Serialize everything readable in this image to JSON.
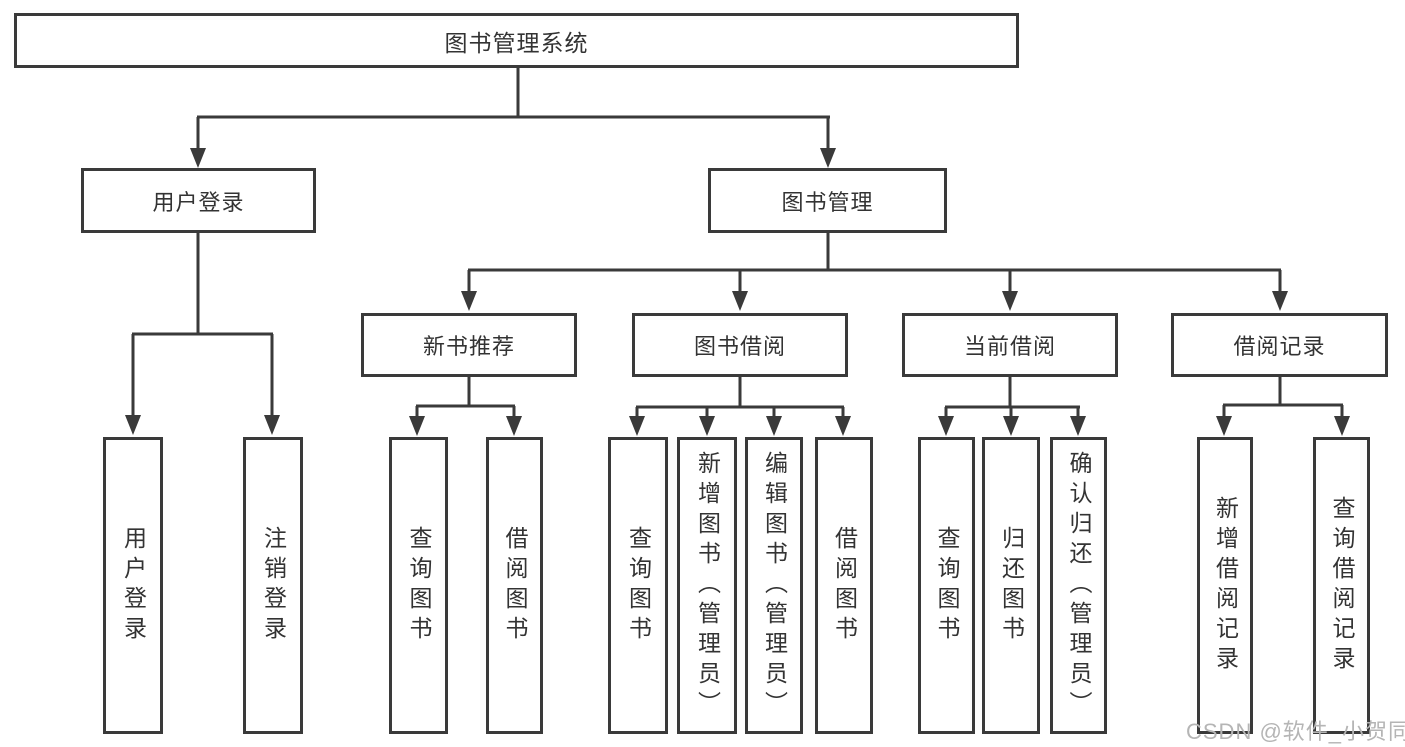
{
  "diagram": {
    "title_note": "functional structure tree of a library management system",
    "root": {
      "label": "图书管理系统"
    },
    "level2": [
      {
        "label": "用户登录"
      },
      {
        "label": "图书管理"
      }
    ],
    "level3": [
      {
        "label": "新书推荐"
      },
      {
        "label": "图书借阅"
      },
      {
        "label": "当前借阅"
      },
      {
        "label": "借阅记录"
      }
    ],
    "leaves": [
      {
        "label": "用户登录"
      },
      {
        "label": "注销登录"
      },
      {
        "label": "查询图书"
      },
      {
        "label": "借阅图书"
      },
      {
        "label": "查询图书"
      },
      {
        "label": "新增图书（管理员）"
      },
      {
        "label": "编辑图书（管理员）"
      },
      {
        "label": "借阅图书"
      },
      {
        "label": "查询图书"
      },
      {
        "label": "归还图书"
      },
      {
        "label": "确认归还（管理员）"
      },
      {
        "label": "新增借阅记录"
      },
      {
        "label": "查询借阅记录"
      }
    ],
    "watermark": "CSDN @软件_小贺同学",
    "colors": {
      "line": "#3a3a3a",
      "text": "#333333",
      "watermark": "#b5b5b5",
      "background": "#ffffff"
    }
  }
}
